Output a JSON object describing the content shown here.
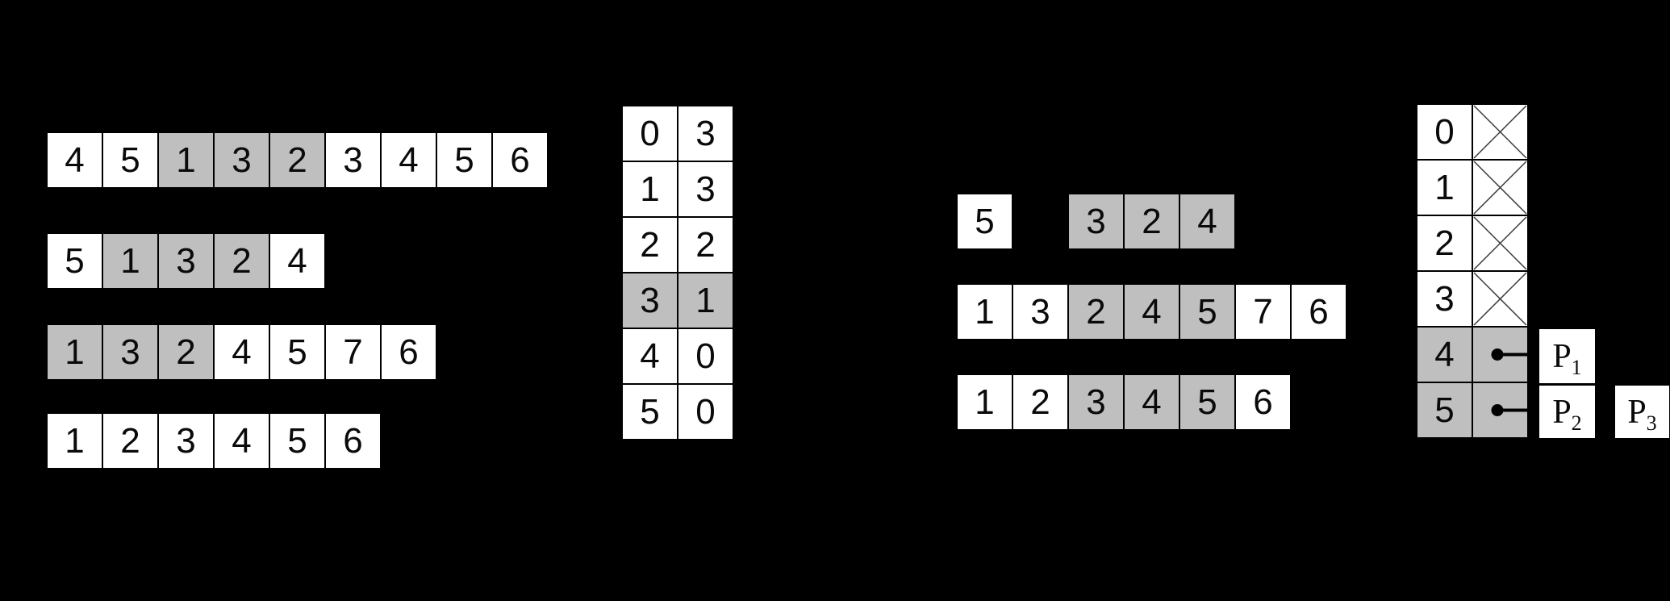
{
  "colors": {
    "background": "#000000",
    "cell_fill": "#ffffff",
    "highlight_fill": "#bfbfbf",
    "text": "#0a0a0a",
    "x_mark_line": "#3a3a3a",
    "pointer_line": "#000000"
  },
  "sequences": {
    "left_steps": [
      {
        "label": "step-1",
        "cells": [
          {
            "t": "4"
          },
          {
            "t": "5"
          },
          {
            "t": "1",
            "hl": true
          },
          {
            "t": "3",
            "hl": true
          },
          {
            "t": "2",
            "hl": true
          },
          {
            "t": "3"
          },
          {
            "t": "4"
          },
          {
            "t": "5"
          },
          {
            "t": "6"
          }
        ]
      },
      {
        "label": "step-2",
        "cells": [
          {
            "t": "5"
          },
          {
            "t": "1",
            "hl": true
          },
          {
            "t": "3",
            "hl": true
          },
          {
            "t": "2",
            "hl": true
          },
          {
            "t": "4"
          }
        ]
      },
      {
        "label": "step-3",
        "cells": [
          {
            "t": "1",
            "hl": true
          },
          {
            "t": "3",
            "hl": true
          },
          {
            "t": "2",
            "hl": true
          },
          {
            "t": "4"
          },
          {
            "t": "5"
          },
          {
            "t": "7"
          },
          {
            "t": "6"
          }
        ]
      },
      {
        "label": "step-4",
        "cells": [
          {
            "t": "1"
          },
          {
            "t": "2"
          },
          {
            "t": "3"
          },
          {
            "t": "4"
          },
          {
            "t": "5"
          },
          {
            "t": "6"
          }
        ]
      }
    ],
    "right_steps": [
      {
        "label": "merge-top-single",
        "cells": [
          {
            "t": "5"
          }
        ]
      },
      {
        "label": "merge-top-run",
        "cells": [
          {
            "t": "3",
            "hl": true
          },
          {
            "t": "2",
            "hl": true
          },
          {
            "t": "4",
            "hl": true
          }
        ]
      },
      {
        "label": "merge-middle",
        "cells": [
          {
            "t": "1"
          },
          {
            "t": "3"
          },
          {
            "t": "2",
            "hl": true
          },
          {
            "t": "4",
            "hl": true
          },
          {
            "t": "5",
            "hl": true
          },
          {
            "t": "7"
          },
          {
            "t": "6"
          }
        ]
      },
      {
        "label": "merge-bottom",
        "cells": [
          {
            "t": "1"
          },
          {
            "t": "2"
          },
          {
            "t": "3",
            "hl": true
          },
          {
            "t": "4",
            "hl": true
          },
          {
            "t": "5",
            "hl": true
          },
          {
            "t": "6"
          }
        ]
      }
    ]
  },
  "index_table": {
    "rows": [
      {
        "index": "0",
        "value": "3"
      },
      {
        "index": "1",
        "value": "3"
      },
      {
        "index": "2",
        "value": "2"
      },
      {
        "index": "3",
        "value": "1",
        "hl": true
      },
      {
        "index": "4",
        "value": "0"
      },
      {
        "index": "5",
        "value": "0"
      }
    ]
  },
  "pointer_table": {
    "rows": [
      {
        "index": "0",
        "mark": "x"
      },
      {
        "index": "1",
        "mark": "x"
      },
      {
        "index": "2",
        "mark": "x"
      },
      {
        "index": "3",
        "mark": "x"
      },
      {
        "index": "4",
        "mark": "pointer",
        "hl": true
      },
      {
        "index": "5",
        "mark": "pointer",
        "hl": true
      }
    ]
  },
  "pile_labels": [
    {
      "base": "P",
      "sub": "1"
    },
    {
      "base": "P",
      "sub": "2"
    },
    {
      "base": "P",
      "sub": "3"
    }
  ]
}
